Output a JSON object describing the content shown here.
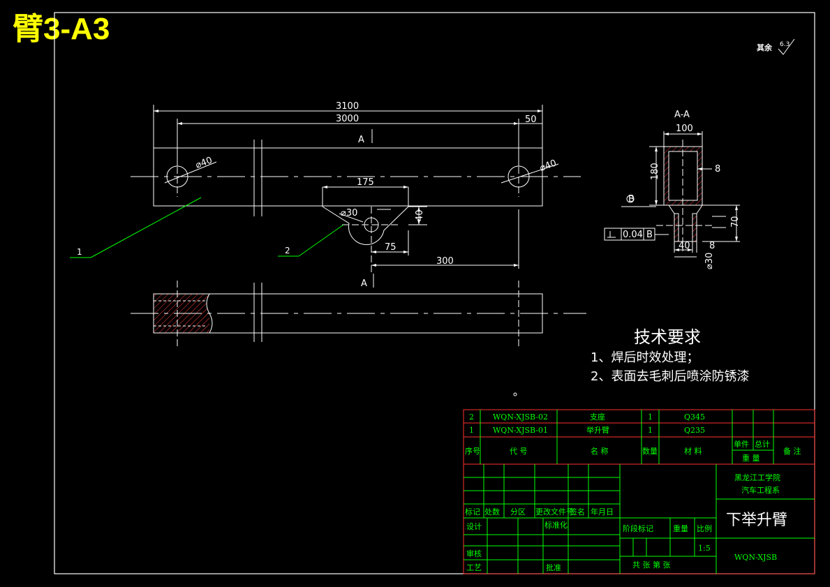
{
  "sheet_title": "臂3-A3",
  "surface_note": {
    "label": "其余",
    "value": "6.3"
  },
  "section_label": "A-A",
  "cut_label_top": "A",
  "cut_label_bottom": "A",
  "dimensions": {
    "overall_length": "3100",
    "hole_spacing": "3000",
    "end_offset": "50",
    "hole_dia_left": "⌀40",
    "hole_dia_right": "⌀40",
    "bracket_width": "175",
    "bracket_hole": "⌀30",
    "bracket_depth": "40",
    "bracket_offset": "75",
    "bracket_to_hole": "300",
    "section_width": "100",
    "section_height": "180",
    "wall_thickness": "8",
    "lug_thickness": "8",
    "lug_width": "40",
    "lug_height": "70",
    "lug_hole": "⌀30",
    "flatness_value": "0.04",
    "datum": "B"
  },
  "balloons": [
    "1",
    "2"
  ],
  "tech_requirements": {
    "heading": "技术要求",
    "items": [
      "1、焊后时效处理；",
      "2、表面去毛刺后喷涂防锈漆"
    ]
  },
  "parts_list": [
    {
      "no": "2",
      "code": "WQN-XJSB-02",
      "name": "支座",
      "qty": "1",
      "material": "Q345"
    },
    {
      "no": "1",
      "code": "WQN-XJSB-01",
      "name": "举升臂",
      "qty": "1",
      "material": "Q235"
    }
  ],
  "parts_header": {
    "no": "序号",
    "code": "代 号",
    "name": "名 称",
    "qty": "数量",
    "material": "材 料",
    "unit_weight": "单件",
    "total_weight": "总计",
    "weight": "重 量",
    "remark": "备 注"
  },
  "title_block": {
    "school": "黑龙江工学院",
    "department": "汽车工程系",
    "drawing_name": "下举升臂",
    "drawing_no": "WQN-XJSB",
    "scale_label": "比例",
    "scale": "1:5",
    "weight_label": "重量",
    "stage_label": "阶段标记",
    "sheets": "共  张  第  张",
    "rev_headers": [
      "标记",
      "处数",
      "分区",
      "更改文件号",
      "签名",
      "年月日"
    ],
    "designer": "设计",
    "standardize": "标准化",
    "checker": "审核",
    "process": "工艺",
    "approve": "批准"
  }
}
